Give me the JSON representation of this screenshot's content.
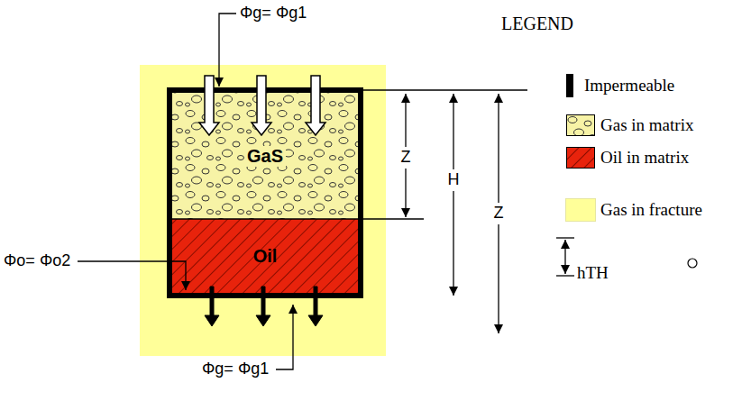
{
  "diagram": {
    "nodes": [
      {
        "text": [
          "GaS"
        ]
      },
      {
        "text": [
          "Oil"
        ]
      }
    ],
    "labels": [
      "Φg= Φg1",
      "Φo= Φo2",
      "Φg= Φg1",
      "Z",
      "H",
      "Z",
      "LEGEND",
      "hTH"
    ],
    "legend": [
      {
        "text": "Impermeable",
        "color": "#000000"
      },
      {
        "text": "Gas in matrix"
      },
      {
        "text": "Oil in matrix"
      },
      {
        "text": "Gas in fracture",
        "color": "#ffff99"
      }
    ]
  }
}
